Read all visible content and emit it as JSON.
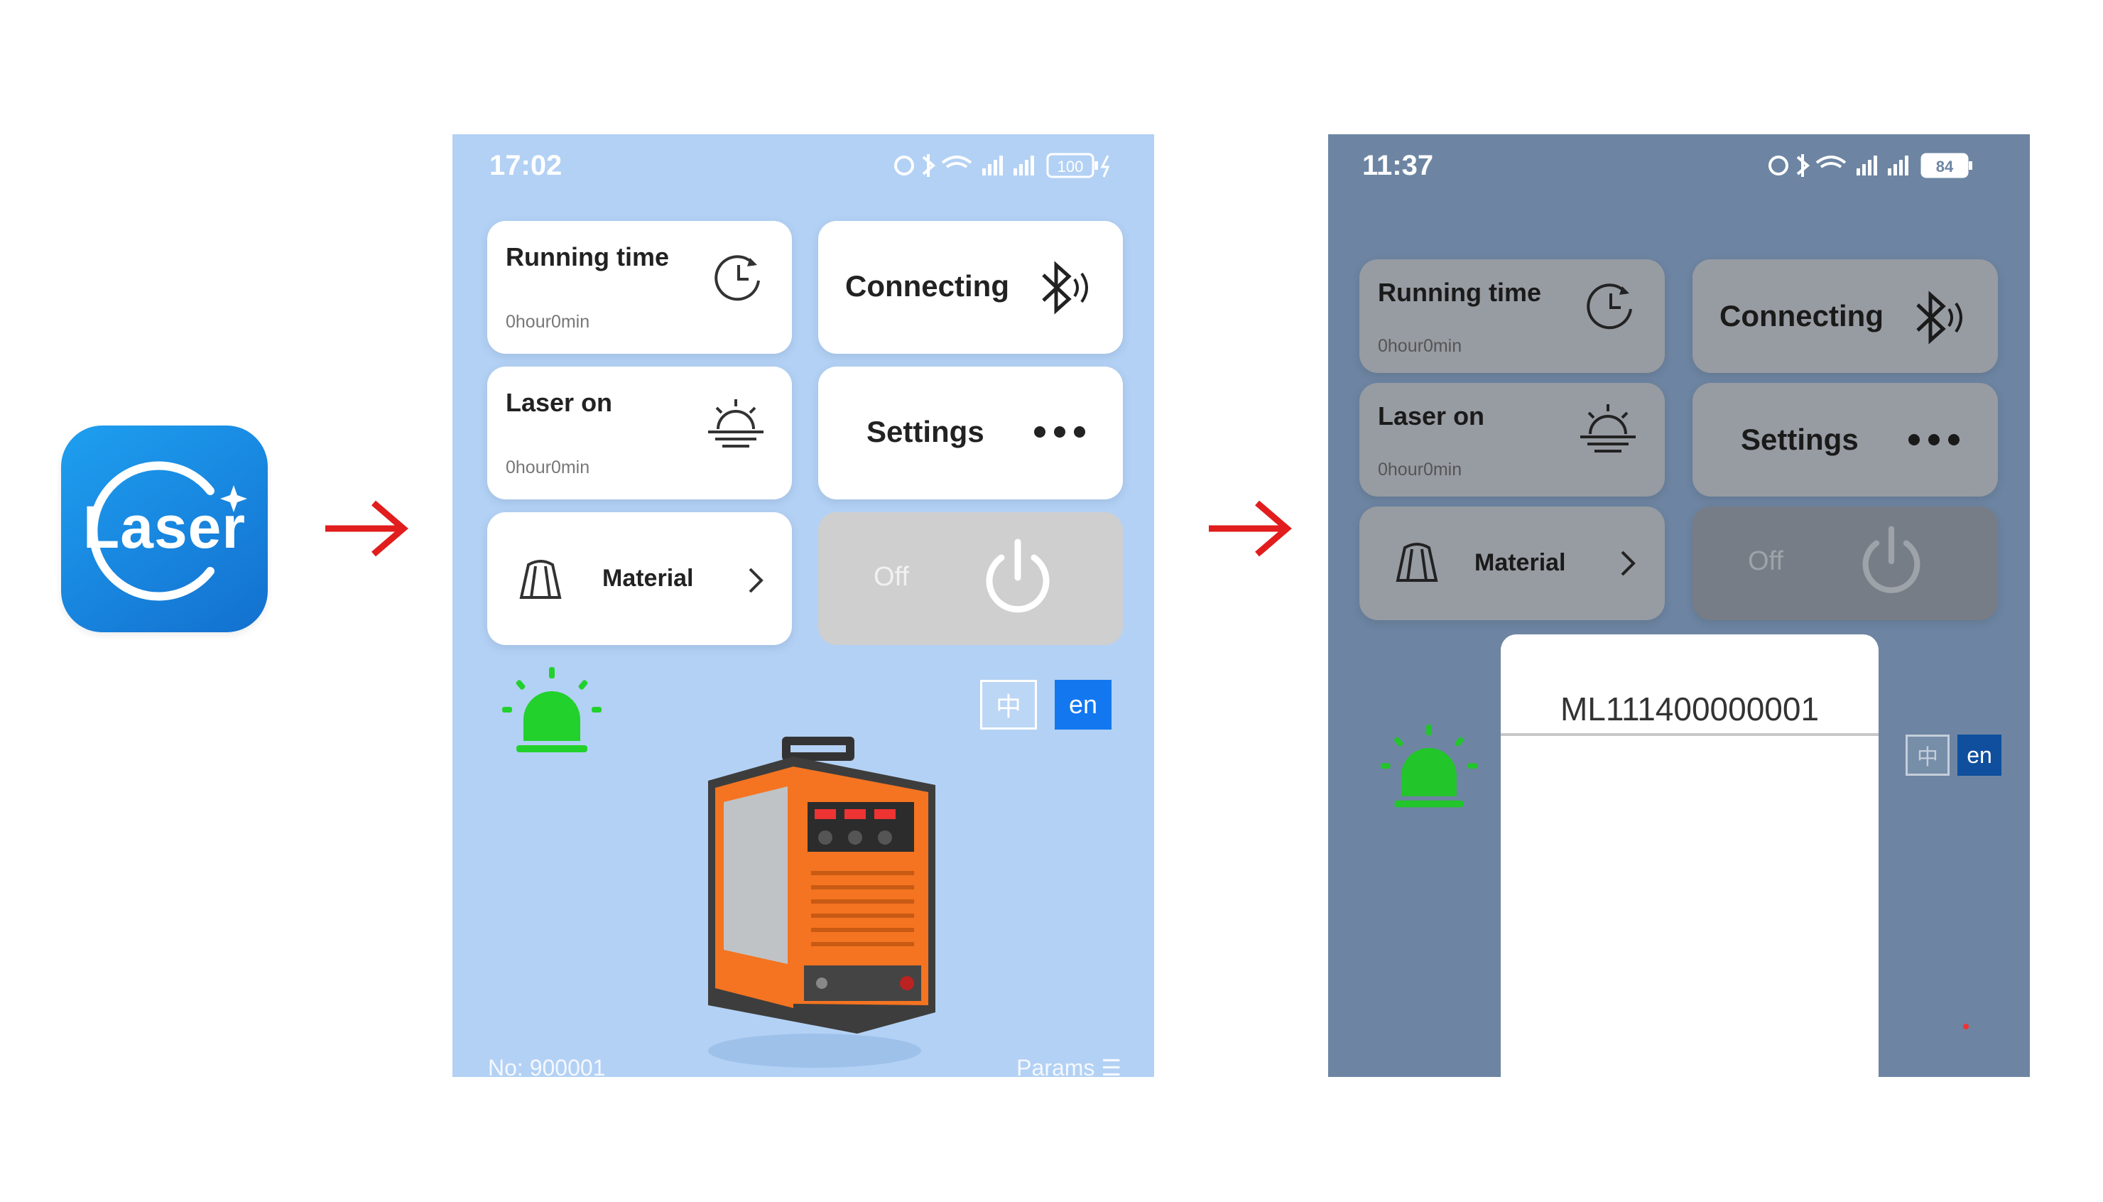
{
  "app_icon": {
    "text": "Laser"
  },
  "screen1": {
    "time": "17:02",
    "battery": "100",
    "cards": {
      "running_time": {
        "title": "Running time",
        "value": "0hour0min"
      },
      "connecting": {
        "label": "Connecting"
      },
      "laser_on": {
        "title": "Laser on",
        "value": "0hour0min"
      },
      "settings": {
        "label": "Settings"
      },
      "material": {
        "label": "Material"
      },
      "power": {
        "label": "Off"
      }
    },
    "lang": {
      "zh": "中",
      "en": "en"
    },
    "footer": {
      "number": "No:  900001",
      "params": "Params"
    }
  },
  "screen2": {
    "time": "11:37",
    "battery": "84",
    "cards": {
      "running_time": {
        "title": "Running time",
        "value": "0hour0min"
      },
      "connecting": {
        "label": "Connecting"
      },
      "laser_on": {
        "title": "Laser on",
        "value": "0hour0min"
      },
      "settings": {
        "label": "Settings"
      },
      "material": {
        "label": "Material"
      },
      "power": {
        "label": "Off"
      }
    },
    "lang": {
      "zh": "中",
      "en": "en"
    },
    "popup": {
      "serial": "ML111400000001"
    }
  },
  "colors": {
    "screen1_bg": "#b3d1f4",
    "screen2_bg": "#6d85a2",
    "accent_blue": "#1378f0",
    "arrow_red": "#e11d1d",
    "alarm_green": "#22d12c"
  }
}
